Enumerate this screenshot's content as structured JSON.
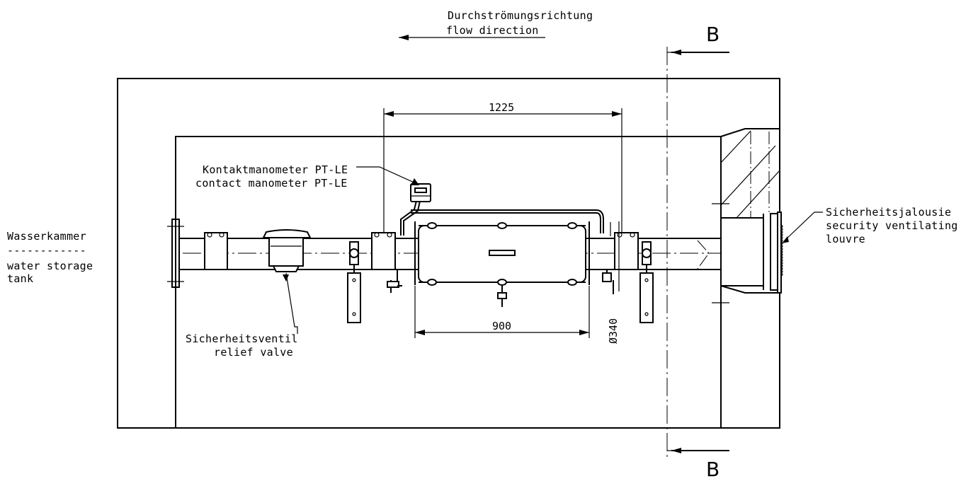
{
  "flow": {
    "label_de": "Durchströmungsrichtung",
    "label_en": "flow direction"
  },
  "section": {
    "mark_top": "B",
    "mark_bottom": "B"
  },
  "labels": {
    "chamber_de": "Wasserkammer",
    "chamber_sep": "------------",
    "chamber_en_1": "water storage",
    "chamber_en_2": "tank",
    "manometer_de": "Kontaktmanometer PT-LE",
    "manometer_en": "contact manometer PT-LE",
    "relief_de": "Sicherheitsventil",
    "relief_en": "relief valve",
    "louvre_de": "Sicherheitsjalousie",
    "louvre_en_1": "security ventilating",
    "louvre_en_2": "louvre"
  },
  "dimensions": {
    "d1225": "1225",
    "d900": "900",
    "d340": "Ø340"
  }
}
